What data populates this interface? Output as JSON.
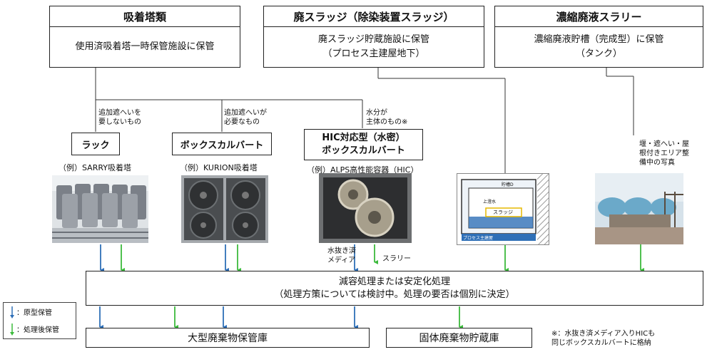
{
  "top": {
    "adsorption": {
      "header": "吸着塔類",
      "body": "使用済吸着塔一時保管施設に保管"
    },
    "sludge": {
      "header": "廃スラッジ（除染装置スラッジ）",
      "body": "廃スラッジ貯蔵施設に保管\n（プロセス主建屋地下）"
    },
    "slurry": {
      "header": "濃縮廃液スラリー",
      "body": "濃縮廃液貯槽（完成型）に保管\n（タンク）"
    }
  },
  "branch_notes": {
    "no_shield": "追加遮へいを\n要しないもの",
    "need_shield": "追加遮へいが\n必要なもの",
    "water": "水分が\n主体のもの※",
    "photo_note": "堰・遮へい・屋\n根付きエリア整\n備中の写真"
  },
  "storage": {
    "rack": "ラック",
    "box_culvert": "ボックスカルバート",
    "hic_box": "HIC対応型（水密）\nボックスカルバート"
  },
  "examples": {
    "sarry": "（例）SARRY吸着塔",
    "kurion": "（例）KURION吸着塔",
    "alps": "（例）ALPS高性能容器（HIC）"
  },
  "tank_diagram": {
    "label1": "貯槽D",
    "label2": "上澄水",
    "label3": "スラッジ",
    "label4": "プロセス主建屋"
  },
  "flow_labels": {
    "drained_media": "水抜き済\nメディア",
    "slurry": "スラリー"
  },
  "process": {
    "line1": "減容処理または安定化処理",
    "line2": "（処理方策については検討中。処理の要否は個別に決定）"
  },
  "destinations": {
    "large_waste": "大型廃棄物保管庫",
    "solid_waste": "固体廃棄物貯蔵庫"
  },
  "footnote": "※：水抜き済メディア入りHICも\n同じボックスカルバートに格納",
  "legend": {
    "original": "：原型保管",
    "treated": "：処理後保管"
  },
  "colors": {
    "original_arrow": "#2e6fb7",
    "treated_arrow": "#3cba3c",
    "line": "#333333"
  }
}
